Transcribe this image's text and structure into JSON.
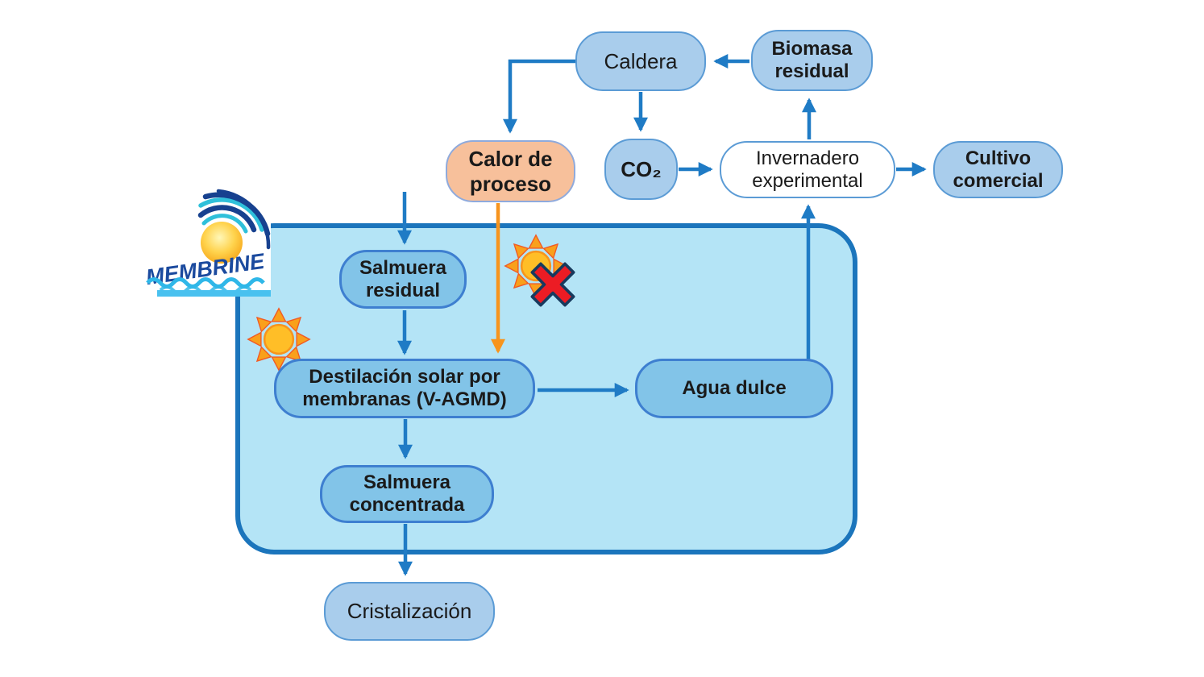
{
  "diagram": {
    "logo_text": "MEMBRINE",
    "nodes": {
      "caldera": {
        "label": "Caldera"
      },
      "biomasa_residual": {
        "label": "Biomasa residual"
      },
      "calor_de_proceso": {
        "label": "Calor de proceso"
      },
      "co2": {
        "label": "CO₂"
      },
      "invernadero_experimental": {
        "label": "Invernadero experimental"
      },
      "cultivo_comercial": {
        "label": "Cultivo comercial"
      },
      "salmuera_residual": {
        "label": "Salmuera residual"
      },
      "destilacion_solar": {
        "label": "Destilación solar por membranas (V-AGMD)"
      },
      "agua_dulce": {
        "label": "Agua dulce"
      },
      "salmuera_concentrada": {
        "label": "Salmuera concentrada"
      },
      "cristalizacion": {
        "label": "Cristalización"
      }
    },
    "edges": [
      {
        "from": "biomasa_residual",
        "to": "caldera",
        "color": "blue"
      },
      {
        "from": "caldera",
        "to": "calor_de_proceso",
        "color": "blue"
      },
      {
        "from": "caldera",
        "to": "co2",
        "color": "blue"
      },
      {
        "from": "co2",
        "to": "invernadero_experimental",
        "color": "blue"
      },
      {
        "from": "invernadero_experimental",
        "to": "biomasa_residual",
        "color": "blue"
      },
      {
        "from": "invernadero_experimental",
        "to": "cultivo_comercial",
        "color": "blue"
      },
      {
        "from": "external_input",
        "to": "salmuera_residual",
        "color": "blue"
      },
      {
        "from": "calor_de_proceso",
        "to": "destilacion_solar",
        "color": "orange"
      },
      {
        "from": "salmuera_residual",
        "to": "destilacion_solar",
        "color": "blue"
      },
      {
        "from": "destilacion_solar",
        "to": "agua_dulce",
        "color": "blue"
      },
      {
        "from": "agua_dulce",
        "to": "invernadero_experimental",
        "color": "blue"
      },
      {
        "from": "destilacion_solar",
        "to": "salmuera_concentrada",
        "color": "blue"
      },
      {
        "from": "salmuera_concentrada",
        "to": "cristalizacion",
        "color": "blue"
      }
    ],
    "icons": {
      "sun": "sun-icon",
      "sun_crossed": "sun-with-red-cross-icon",
      "logo_sun": "logo-sun-icon"
    }
  },
  "colors": {
    "background": "#FFFFFF",
    "container_fill": "#B4E4F6",
    "container_border": "#1B75BC",
    "outer_box_fill": "#A9CDEC",
    "outer_box_border": "#5B9BD5",
    "inner_box_fill": "#82C4E8",
    "inner_box_border": "#3E7FD0",
    "heat_box_fill": "#F7C09B",
    "heat_box_border": "#8FAADC",
    "white_box_fill": "#FFFFFF",
    "arrow_blue": "#1F7BC5",
    "arrow_orange": "#F7941D",
    "text_dark": "#1A1A1A",
    "sun_ray": "#F9A01B",
    "sun_core": "#FFBE27",
    "x_red": "#EC1C24",
    "logo_navy": "#17418F",
    "logo_cyan": "#2FC0DA",
    "logo_wave": "#2FB7E8"
  }
}
